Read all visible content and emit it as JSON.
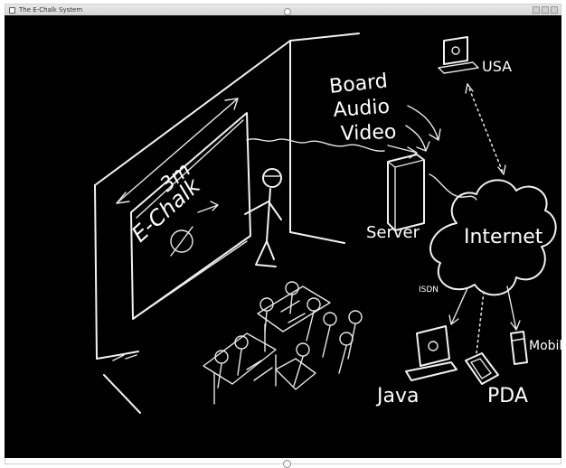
{
  "window": {
    "title": "The E-Chalk System",
    "icon": "app-icon"
  },
  "board": {
    "background": "#000000",
    "chalk_color": "#f2f2f2",
    "labels": {
      "board_size": "3m",
      "echalk": "E-Chalk",
      "streams": [
        "Board",
        "Audio",
        "Video"
      ],
      "server": "Server",
      "internet": "Internet",
      "usa": "USA",
      "isdn": "ISDN",
      "java": "Java",
      "pda": "PDA",
      "mobile": "Mobil"
    },
    "icons": [
      "laptop-icon",
      "server-icon",
      "cloud-icon",
      "pda-icon",
      "mobile-phone-icon",
      "lecturer-figure",
      "audience-figures"
    ]
  }
}
